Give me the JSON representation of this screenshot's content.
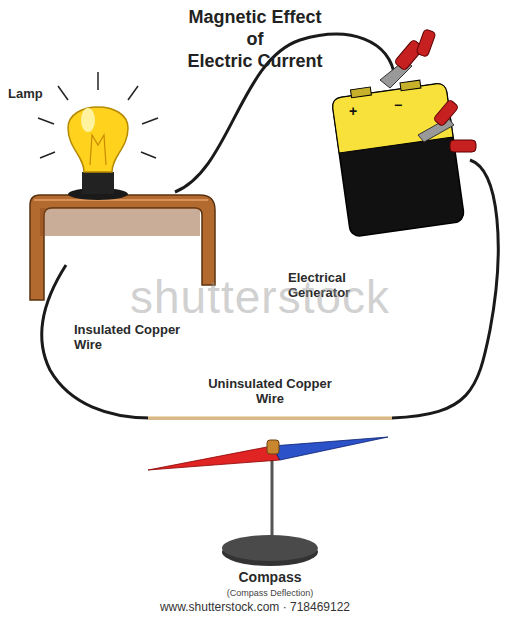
{
  "diagram": {
    "title": "Magnetic Effect of Electric Current",
    "labels": [
      "Lamp",
      "Electrical Generator",
      "Insulated Copper Wire",
      "Uninsulated Copper Wire",
      "Compass",
      "(Compass Deflection)",
      "+",
      "−",
      "shutterstock",
      "www.shutterstock.com · 718469122"
    ]
  }
}
